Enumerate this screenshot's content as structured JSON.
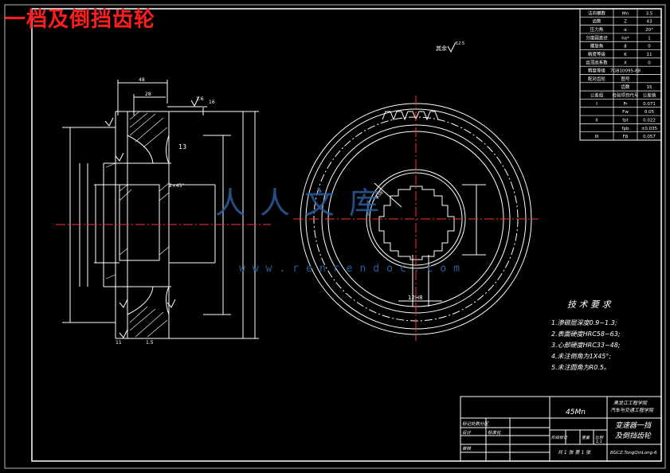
{
  "page_title": "一档及倒挡齿轮",
  "watermark": {
    "text": "人人文库",
    "url": "www.renrendoc.com"
  },
  "drawing": {
    "roughness_label": "其余",
    "roughness_value": "12.5",
    "material": "45Mn",
    "part_name_line1": "变速器一挡",
    "part_name_line2": "及倒挡齿轮",
    "institution_line1": "黑龙江工程学院",
    "institution_line2": "汽车与交通工程学院",
    "drawing_no": "BGCZ.TongQinLong-6",
    "tb_labels": {
      "marks": "标记处数分区",
      "design": "设计",
      "standard": "标准化",
      "audit": "审核",
      "stage_mark": "阶段标记",
      "weight": "重量",
      "scale": "比例",
      "scale_value": "1:1",
      "sheets": "共 1 张  第 1 张"
    },
    "dims": {
      "d48": "48",
      "d28": "28",
      "d16": "1.6",
      "d16b": "16",
      "d13": "13",
      "d2x45": "2×45°",
      "d15": "1.5",
      "d11": "11",
      "hole": "φ38",
      "teeth_label": "12H8"
    }
  },
  "param_table": {
    "rows": [
      [
        "法向模数",
        "Mn",
        "3.5"
      ],
      [
        "齿数",
        "Z",
        "43"
      ],
      [
        "压力角",
        "α",
        "20°"
      ],
      [
        "分度圆直径",
        "ha*",
        "1"
      ],
      [
        "螺旋角",
        "β",
        "0"
      ],
      [
        "精度等级",
        "K",
        "11"
      ],
      [
        "齿顶高系数",
        "X",
        "0"
      ],
      [
        "精度等级",
        "7GB10095-88",
        ""
      ],
      [
        "配对齿轮",
        "图号",
        ""
      ],
      [
        "",
        "齿数",
        "15"
      ],
      [
        "公差组",
        "检验项目代号",
        "公差值"
      ],
      [
        "I",
        "Fr",
        "0.071"
      ],
      [
        "",
        "Fw",
        "0.05"
      ],
      [
        "II",
        "fpt",
        "0.022"
      ],
      [
        "",
        "fpb",
        "±0.035"
      ],
      [
        "III",
        "Fβ",
        "0.057"
      ]
    ]
  },
  "requirements": {
    "title": "技 术 要 求",
    "items": [
      "1.渗碳层深度0.9~1.3;",
      "2.表面硬度HRC58~63;",
      "3.心部硬度HRC33~48;",
      "4.未注倒角为1X45°;",
      "5.未注圆角为R0.5。"
    ]
  }
}
